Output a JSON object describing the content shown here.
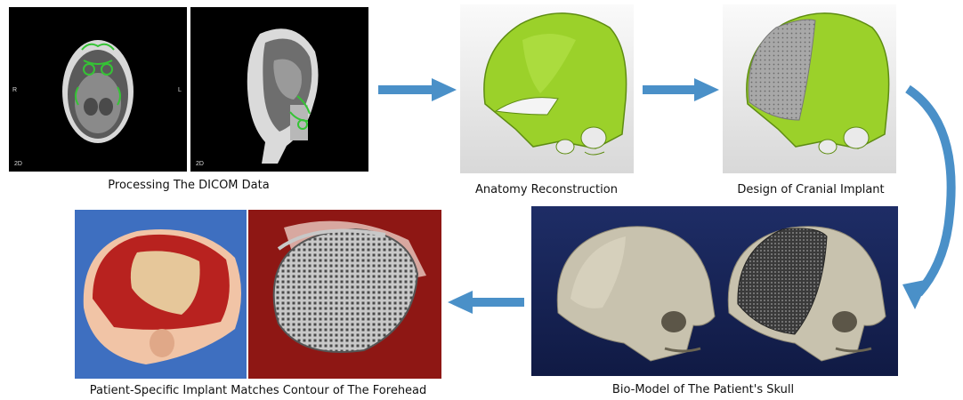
{
  "steps": {
    "dicom": {
      "caption": "Processing The DICOM Data"
    },
    "anatomy": {
      "caption": "Anatomy Reconstruction"
    },
    "design": {
      "caption": "Design of Cranial Implant"
    },
    "biomodel": {
      "caption": "Bio-Model of The Patient's Skull"
    },
    "surgery": {
      "caption": "Patient-Specific Implant Matches Contour of The Forehead"
    }
  },
  "colors": {
    "arrow": "#4a90c8",
    "bone_model": "#9bd12a",
    "implant_mesh": "#9a9a9a",
    "skull_print": "#c8c2ae",
    "tissue": "#b8221f"
  }
}
